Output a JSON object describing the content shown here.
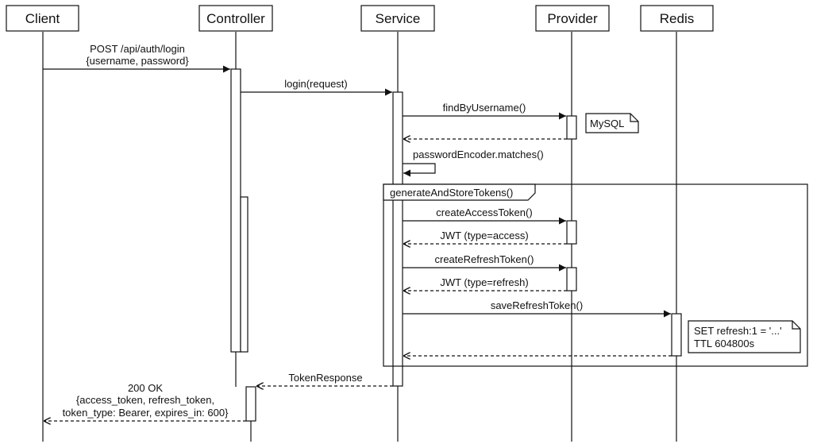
{
  "participants": {
    "client": "Client",
    "controller": "Controller",
    "service": "Service",
    "provider": "Provider",
    "redis": "Redis"
  },
  "messages": {
    "m1_line1": "POST /api/auth/login",
    "m1_line2": "{username, password}",
    "m2": "login(request)",
    "m3": "findByUsername()",
    "m5": "passwordEncoder.matches()",
    "m6": "createAccessToken()",
    "m7": "JWT (type=access)",
    "m8": "createRefreshToken()",
    "m9": "JWT (type=refresh)",
    "m10": "saveRefreshToken()",
    "m12": "TokenResponse",
    "m13_line1": "200 OK",
    "m13_line2": "{access_token, refresh_token,",
    "m13_line3": "token_type: Bearer, expires_in: 600}"
  },
  "notes": {
    "mysql": "MySQL",
    "redis_line1": "SET refresh:1 = '...'",
    "redis_line2": "TTL 604800s"
  },
  "frame": {
    "label": "generateAndStoreTokens()"
  }
}
